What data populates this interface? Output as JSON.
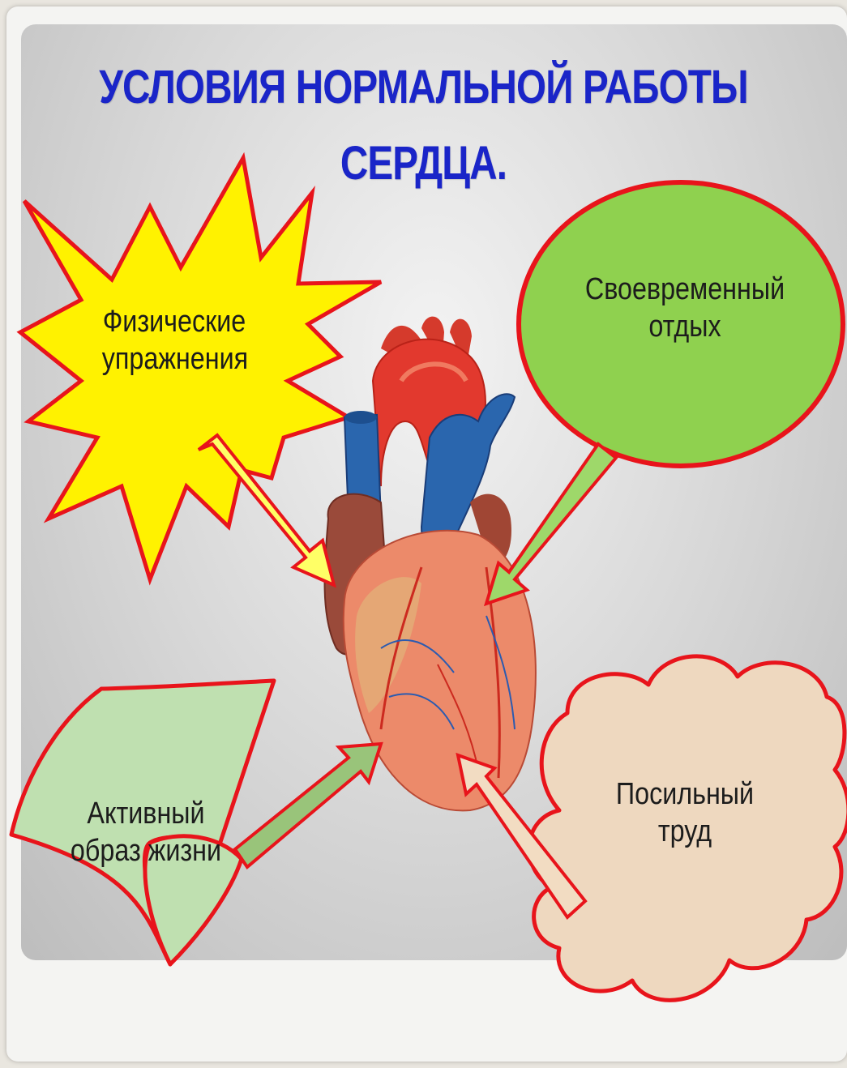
{
  "title": {
    "line1": "УСЛОВИЯ НОРМАЛЬНОЙ РАБОТЫ",
    "line2": "СЕРДЦА."
  },
  "conditions": {
    "exercise": {
      "line1": "Физические",
      "line2": "упражнения"
    },
    "rest": {
      "line1": "Своевременный",
      "line2": "отдых"
    },
    "lifestyle": {
      "line1": "Активный",
      "line2": "образ жизни"
    },
    "labor": {
      "line1": "Посильный",
      "line2": "труд"
    }
  },
  "colors": {
    "title": "#1a25c8",
    "outline": "#e8141b",
    "starburst": "#fff200",
    "ellipse": "#8fd14f",
    "pie": "#bfe0b0",
    "cloud": "#eed8bf"
  }
}
